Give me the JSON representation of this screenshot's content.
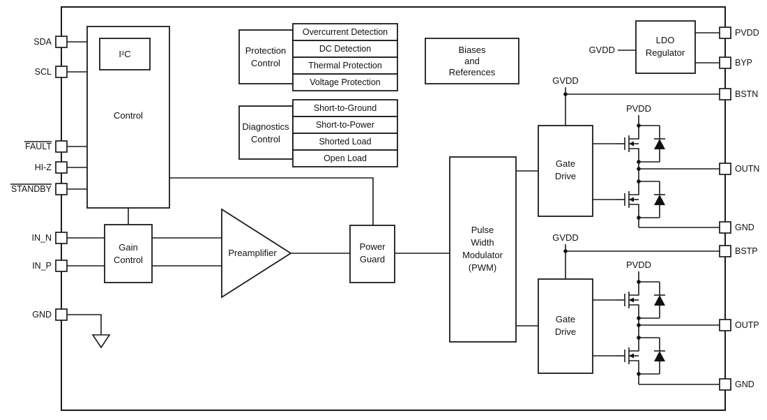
{
  "colors": {
    "stroke": "#1a1a1a",
    "background": "#ffffff"
  },
  "diagram": {
    "pins": {
      "left": [
        {
          "label": "SDA"
        },
        {
          "label": "SCL"
        },
        {
          "label": "FAULT",
          "overline": true
        },
        {
          "label": "HI-Z"
        },
        {
          "label": "STANDBY",
          "overline": true
        },
        {
          "label": "IN_N"
        },
        {
          "label": "IN_P"
        },
        {
          "label": "GND"
        }
      ],
      "right": [
        {
          "label": "PVDD"
        },
        {
          "label": "BYP"
        },
        {
          "label": "BSTN"
        },
        {
          "label": "OUTN"
        },
        {
          "label": "GND"
        },
        {
          "label": "BSTP"
        },
        {
          "label": "OUTP"
        },
        {
          "label": "GND"
        }
      ]
    },
    "blocks": {
      "control": {
        "label": "Control",
        "i2c_label": "I²C"
      },
      "protection": {
        "line1": "Protection",
        "line2": "Control",
        "items": [
          "Overcurrent Detection",
          "DC Detection",
          "Thermal Protection",
          "Voltage Protection"
        ]
      },
      "diagnostics": {
        "line1": "Diagnostics",
        "line2": "Control",
        "items": [
          "Short-to-Ground",
          "Short-to-Power",
          "Shorted Load",
          "Open Load"
        ]
      },
      "biases": {
        "line1": "Biases",
        "line2": "and",
        "line3": "References"
      },
      "ldo": {
        "line1": "LDO",
        "line2": "Regulator",
        "input_label": "GVDD"
      },
      "gain": {
        "line1": "Gain",
        "line2": "Control"
      },
      "preamplifier": {
        "label": "Preamplifier"
      },
      "power_guard": {
        "line1": "Power",
        "line2": "Guard"
      },
      "pwm": {
        "line1": "Pulse",
        "line2": "Width",
        "line3": "Modulator",
        "line4": "(PWM)"
      },
      "gate_drive_top": {
        "line1": "Gate",
        "line2": "Drive",
        "supply_label": "GVDD",
        "rail_label": "PVDD"
      },
      "gate_drive_bottom": {
        "line1": "Gate",
        "line2": "Drive",
        "supply_label": "GVDD",
        "rail_label": "PVDD"
      }
    }
  }
}
